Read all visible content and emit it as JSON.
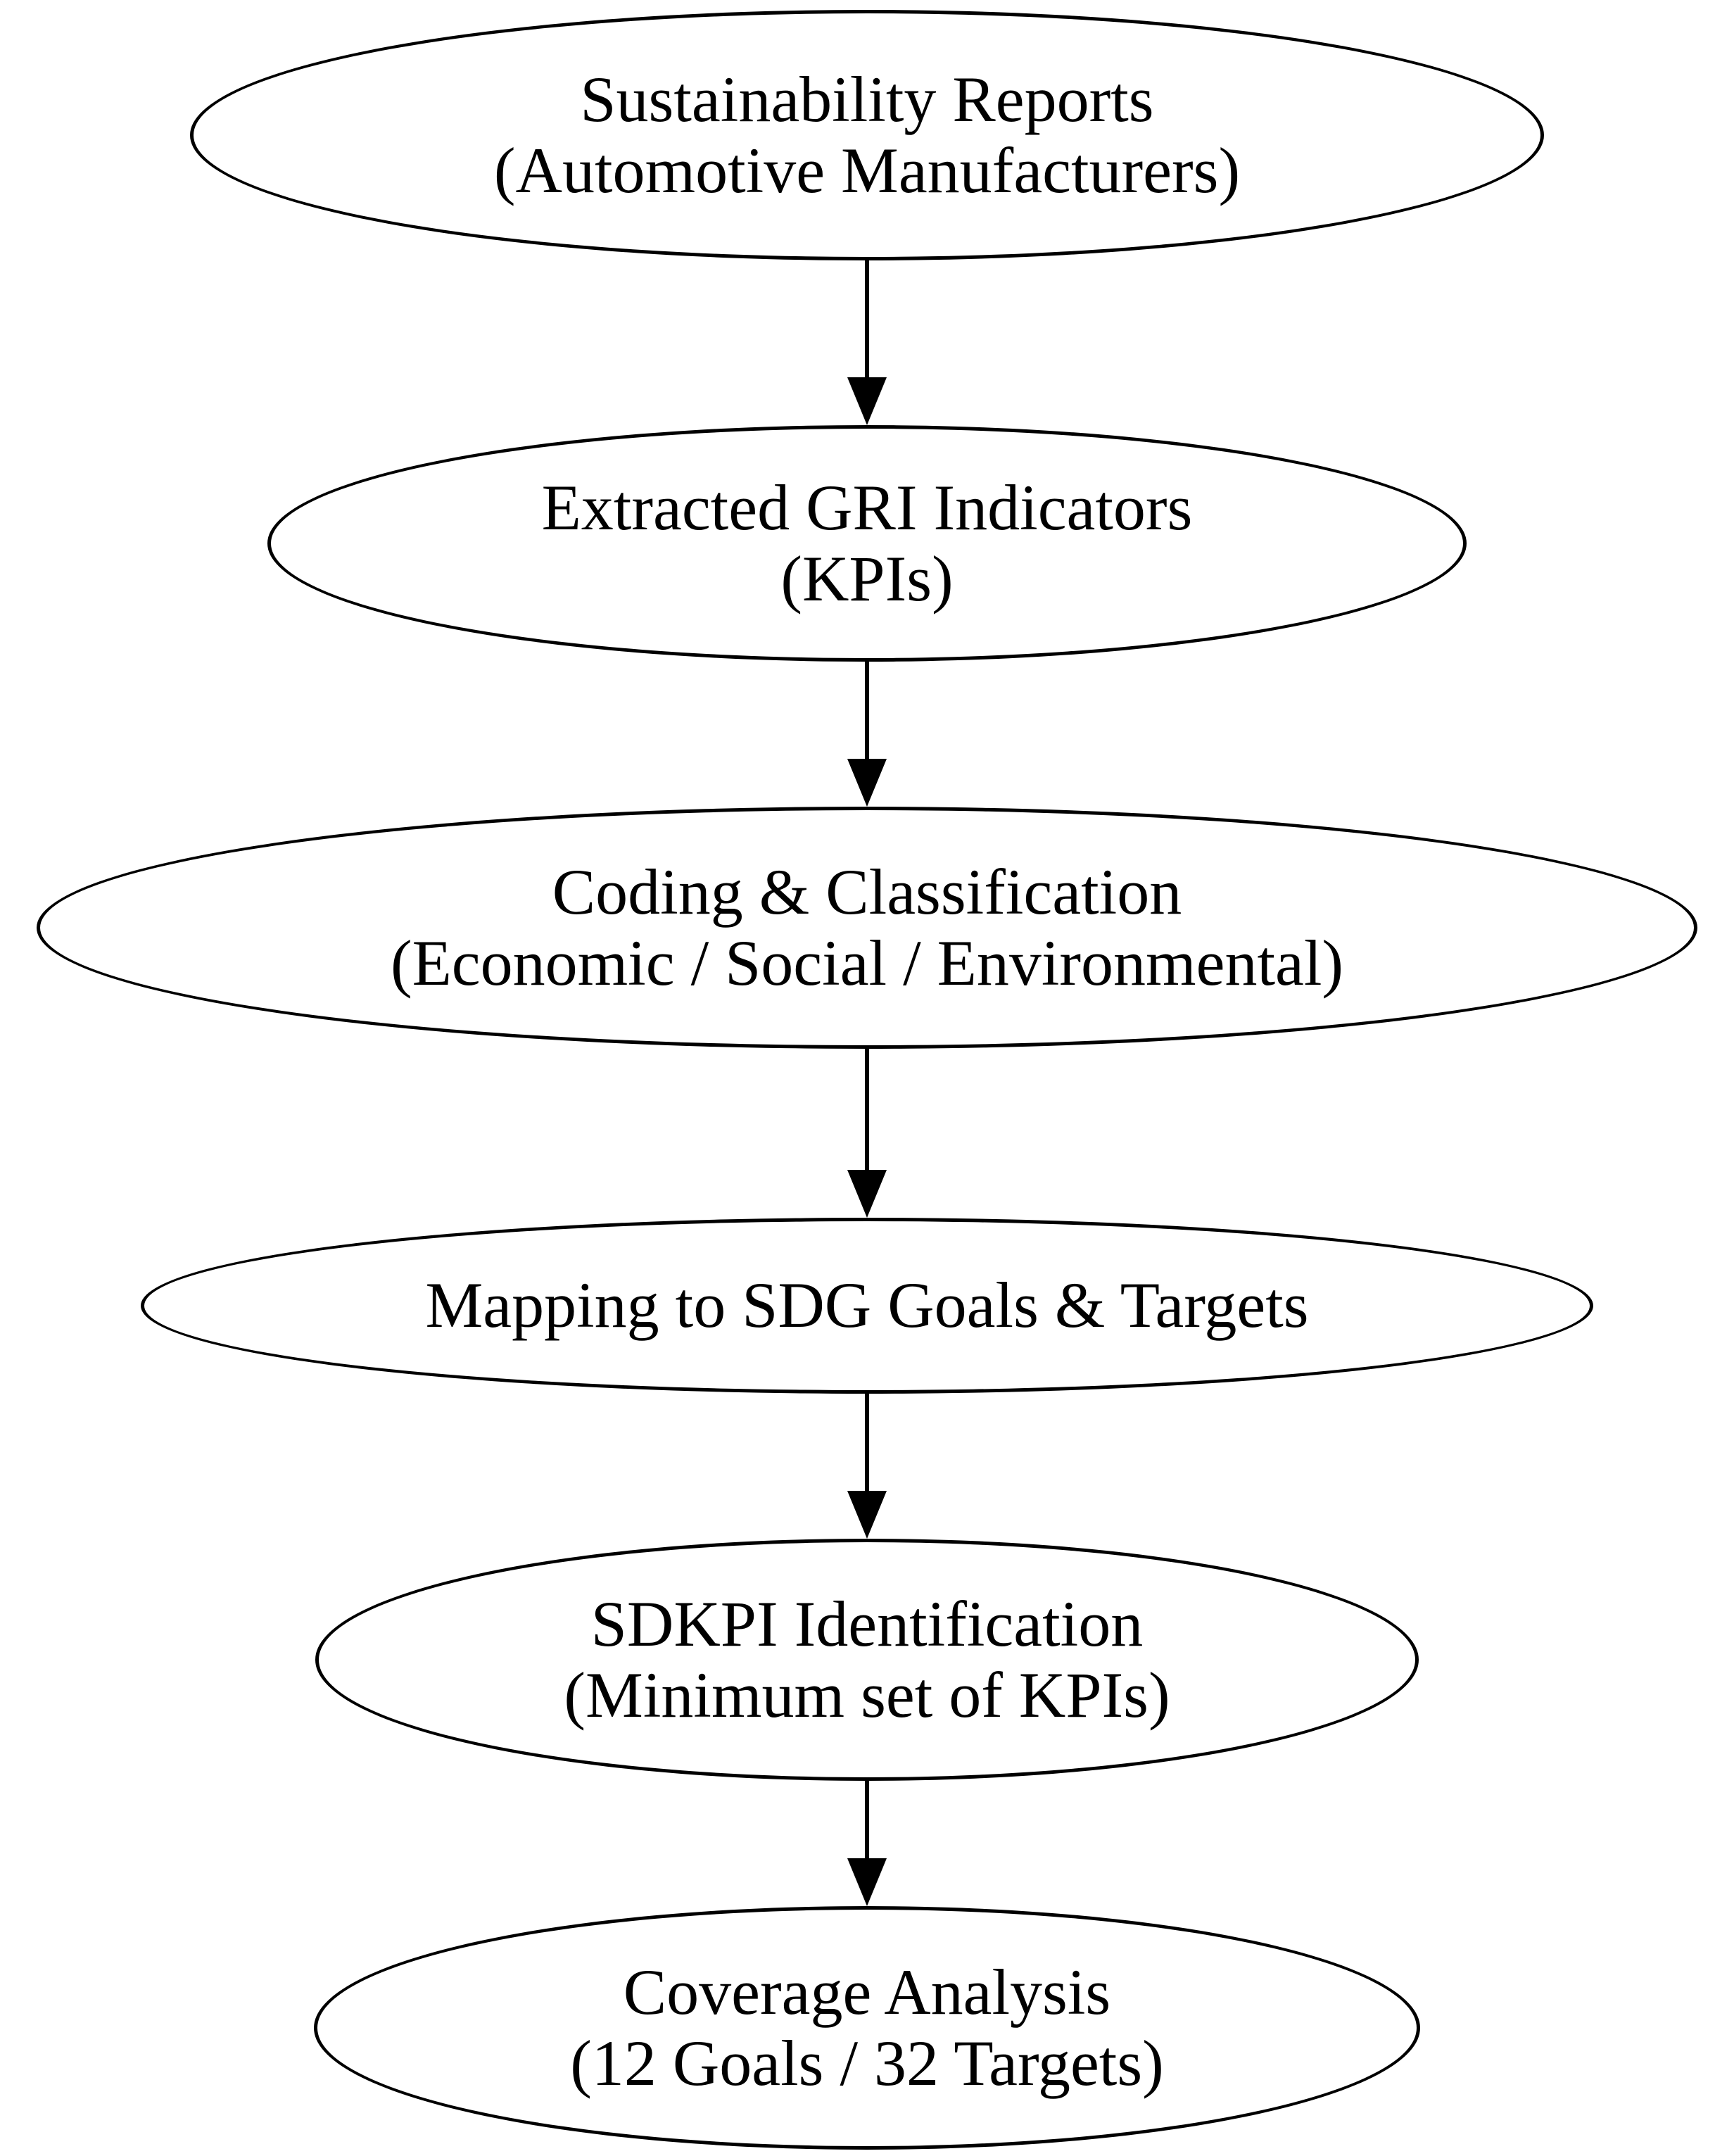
{
  "diagram": {
    "type": "flowchart",
    "direction": "top-down",
    "background_color": "#ffffff",
    "node_fill_color": "#ffffff",
    "node_stroke_color": "#000000",
    "text_color": "#000000",
    "nodes": [
      {
        "id": "sustainability-reports",
        "line1": "Sustainability Reports",
        "line2": "(Automotive Manufacturers)"
      },
      {
        "id": "extracted-gri-indicators",
        "line1": "Extracted GRI Indicators",
        "line2": "(KPIs)"
      },
      {
        "id": "coding-classification",
        "line1": "Coding & Classification",
        "line2": "(Economic / Social / Environmental)"
      },
      {
        "id": "mapping-sdg",
        "line1": "Mapping to SDG Goals & Targets",
        "line2": ""
      },
      {
        "id": "sdkpi-identification",
        "line1": "SDKPI Identification",
        "line2": "(Minimum set of KPIs)"
      },
      {
        "id": "coverage-analysis",
        "line1": "Coverage Analysis",
        "line2": "(12 Goals / 32 Targets)"
      }
    ],
    "edges": [
      {
        "from": "sustainability-reports",
        "to": "extracted-gri-indicators"
      },
      {
        "from": "extracted-gri-indicators",
        "to": "coding-classification"
      },
      {
        "from": "coding-classification",
        "to": "mapping-sdg"
      },
      {
        "from": "mapping-sdg",
        "to": "sdkpi-identification"
      },
      {
        "from": "sdkpi-identification",
        "to": "coverage-analysis"
      }
    ]
  }
}
